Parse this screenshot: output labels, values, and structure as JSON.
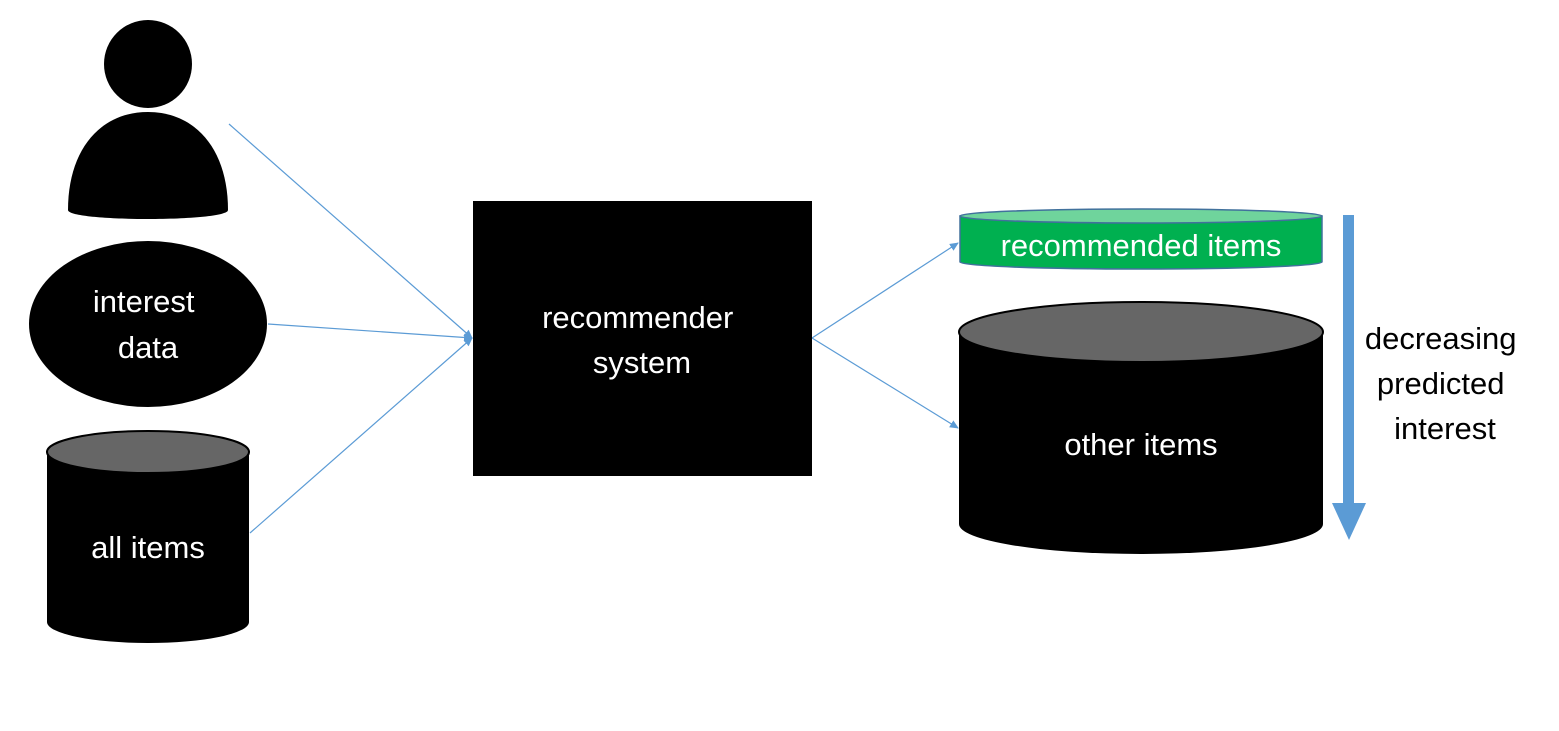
{
  "colors": {
    "shape_fill": "#000000",
    "cylinder_top": "#666666",
    "recommended_body": "#00b050",
    "recommended_top": "#6fd49c",
    "recommended_outline": "#41719c",
    "connector": "#5b9bd5",
    "arrow": "#5b9bd5",
    "label_light": "#ffffff",
    "label_dark": "#000000"
  },
  "icons": {
    "user": "user-icon"
  },
  "inputs": {
    "interest_data": [
      "interest",
      "data"
    ],
    "all_items": [
      "all items"
    ]
  },
  "processor": {
    "label": [
      "recommender",
      "system"
    ]
  },
  "outputs": {
    "recommended": [
      "recommended items"
    ],
    "other": [
      "other items"
    ]
  },
  "ranking": {
    "label": [
      "decreasing",
      "predicted",
      "interest"
    ]
  }
}
